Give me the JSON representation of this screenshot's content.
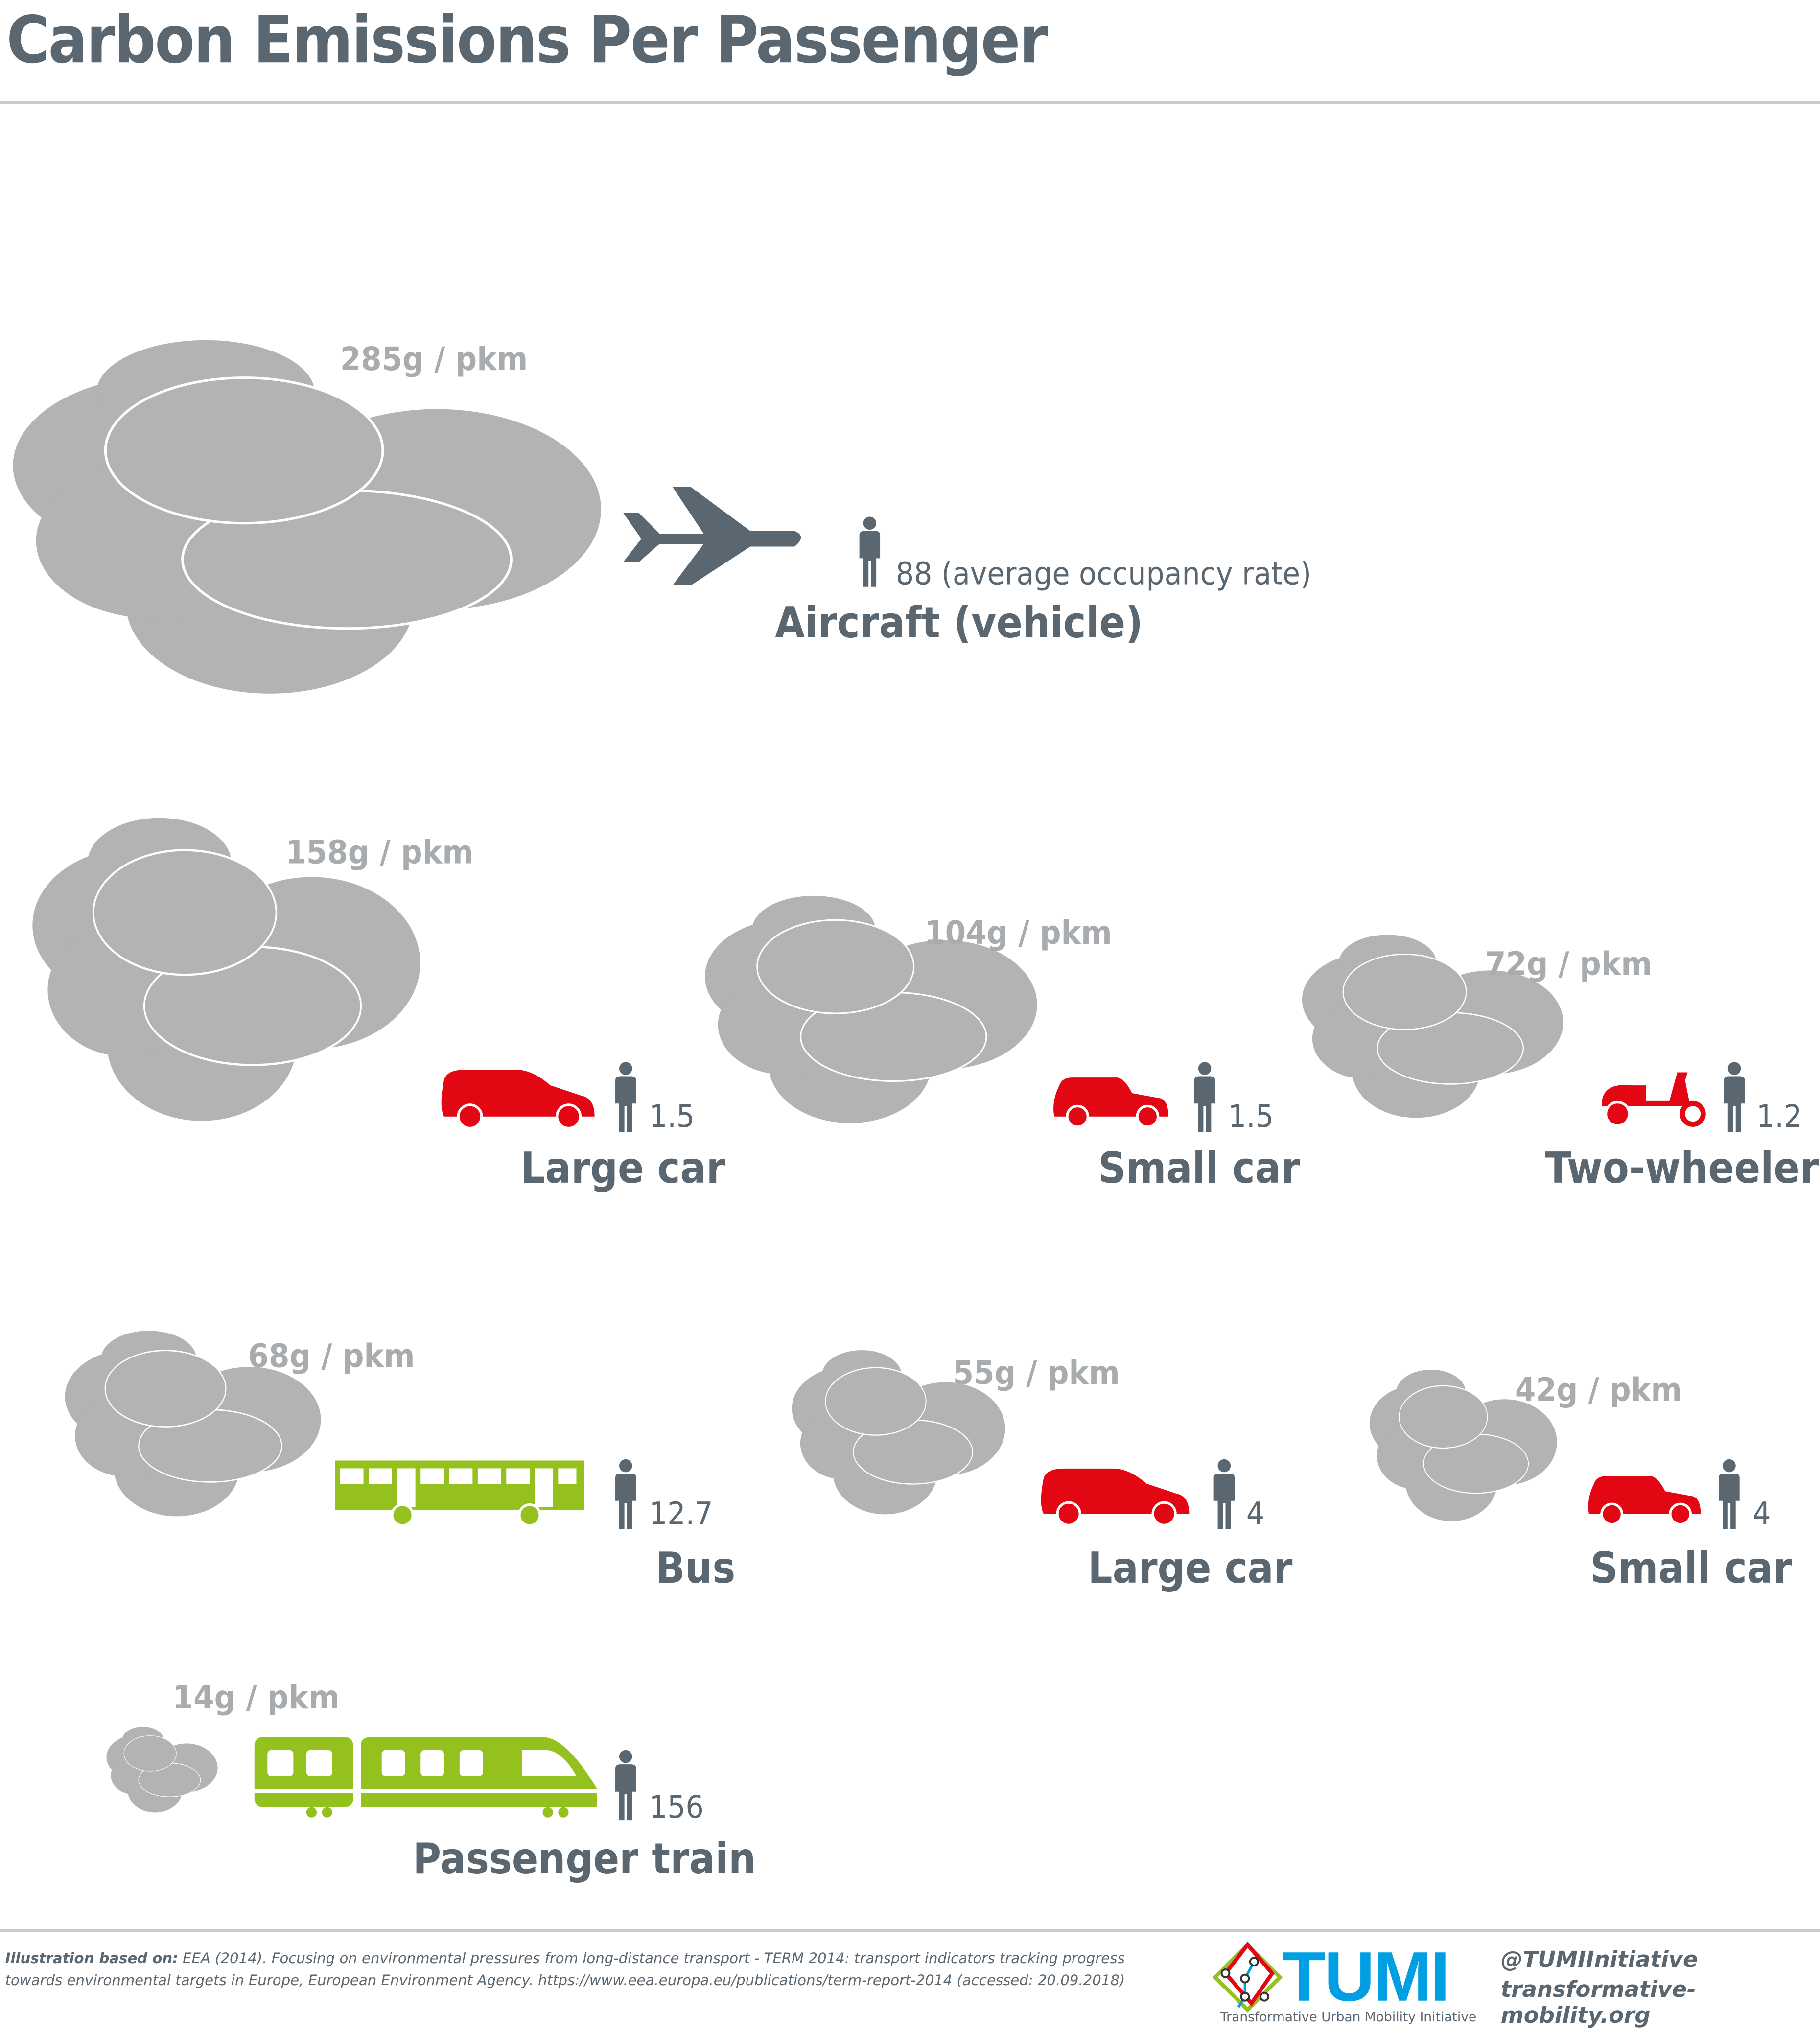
{
  "title": "Carbon Emissions Per Passenger",
  "colors": {
    "text": "#5a6670",
    "cloud": "#b3b3b3",
    "emission_label": "#a9acaf",
    "car": "#e30613",
    "public_transport": "#95c11f",
    "aircraft": "#5a6670",
    "tumi_blue": "#009fe3"
  },
  "items": [
    {
      "emission": "285g / pkm",
      "vehicle_icon": "airplane-icon",
      "occupancy": "88 (average occupancy rate)",
      "name": "Aircraft (vehicle)"
    },
    {
      "emission": "158g / pkm",
      "vehicle_icon": "large-car-icon",
      "occupancy": "1.5",
      "name": "Large car"
    },
    {
      "emission": "104g / pkm",
      "vehicle_icon": "small-car-icon",
      "occupancy": "1.5",
      "name": "Small car"
    },
    {
      "emission": "72g / pkm",
      "vehicle_icon": "scooter-icon",
      "occupancy": "1.2",
      "name": "Two-wheeler"
    },
    {
      "emission": "68g / pkm",
      "vehicle_icon": "bus-icon",
      "occupancy": "12.7",
      "name": "Bus"
    },
    {
      "emission": "55g / pkm",
      "vehicle_icon": "large-car-icon",
      "occupancy": "4",
      "name": "Large car"
    },
    {
      "emission": "42g / pkm",
      "vehicle_icon": "small-car-icon",
      "occupancy": "4",
      "name": "Small car"
    },
    {
      "emission": "14g / pkm",
      "vehicle_icon": "train-icon",
      "occupancy": "156",
      "name": "Passenger train"
    }
  ],
  "footer": {
    "source_label": "Illustration based on:",
    "source_text": "EEA (2014). Focusing on environmental pressures from long-distance transport - TERM 2014: transport indicators tracking progress towards environmental targets in Europe, European Environment Agency. https://www.eea.europa.eu/publications/term-report-2014 (accessed: 20.09.2018)",
    "logo_text": "TUMI",
    "logo_subtitle": "Transformative Urban Mobility Initiative",
    "handle": "@TUMIInitiative",
    "website": "transformative-mobility.org"
  }
}
